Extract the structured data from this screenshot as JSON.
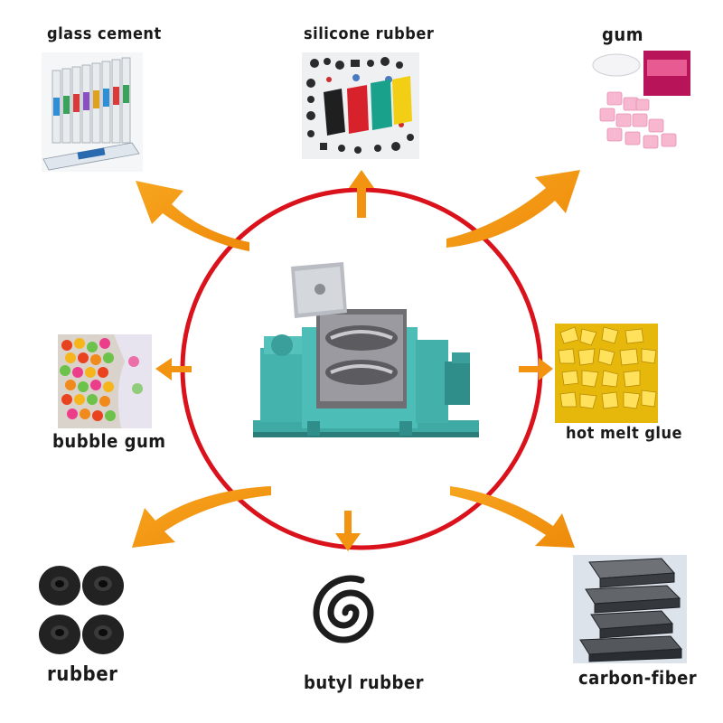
{
  "center": {
    "machine": "kneader-machine",
    "ring_color": "#d9121b"
  },
  "arrow_color": "#f29312",
  "products": {
    "glass_cement": "glass cement",
    "silicone_rubber": "silicone rubber",
    "gum": "gum",
    "bubble_gum": "bubble gum",
    "hot_melt_glue": "hot melt glue",
    "rubber": "rubber",
    "butyl_rubber": "butyl rubber",
    "carbon_fiber": "carbon-fiber"
  },
  "icons": {
    "glass_cement": "sealant-tubes-icon",
    "silicone_rubber": "silicone-parts-icon",
    "gum": "gum-bottle-icon",
    "bubble_gum": "candy-pile-icon",
    "hot_melt_glue": "glue-granules-icon",
    "rubber": "rubber-rings-icon",
    "butyl_rubber": "butyl-coil-icon",
    "carbon_fiber": "carbon-blocks-icon"
  }
}
